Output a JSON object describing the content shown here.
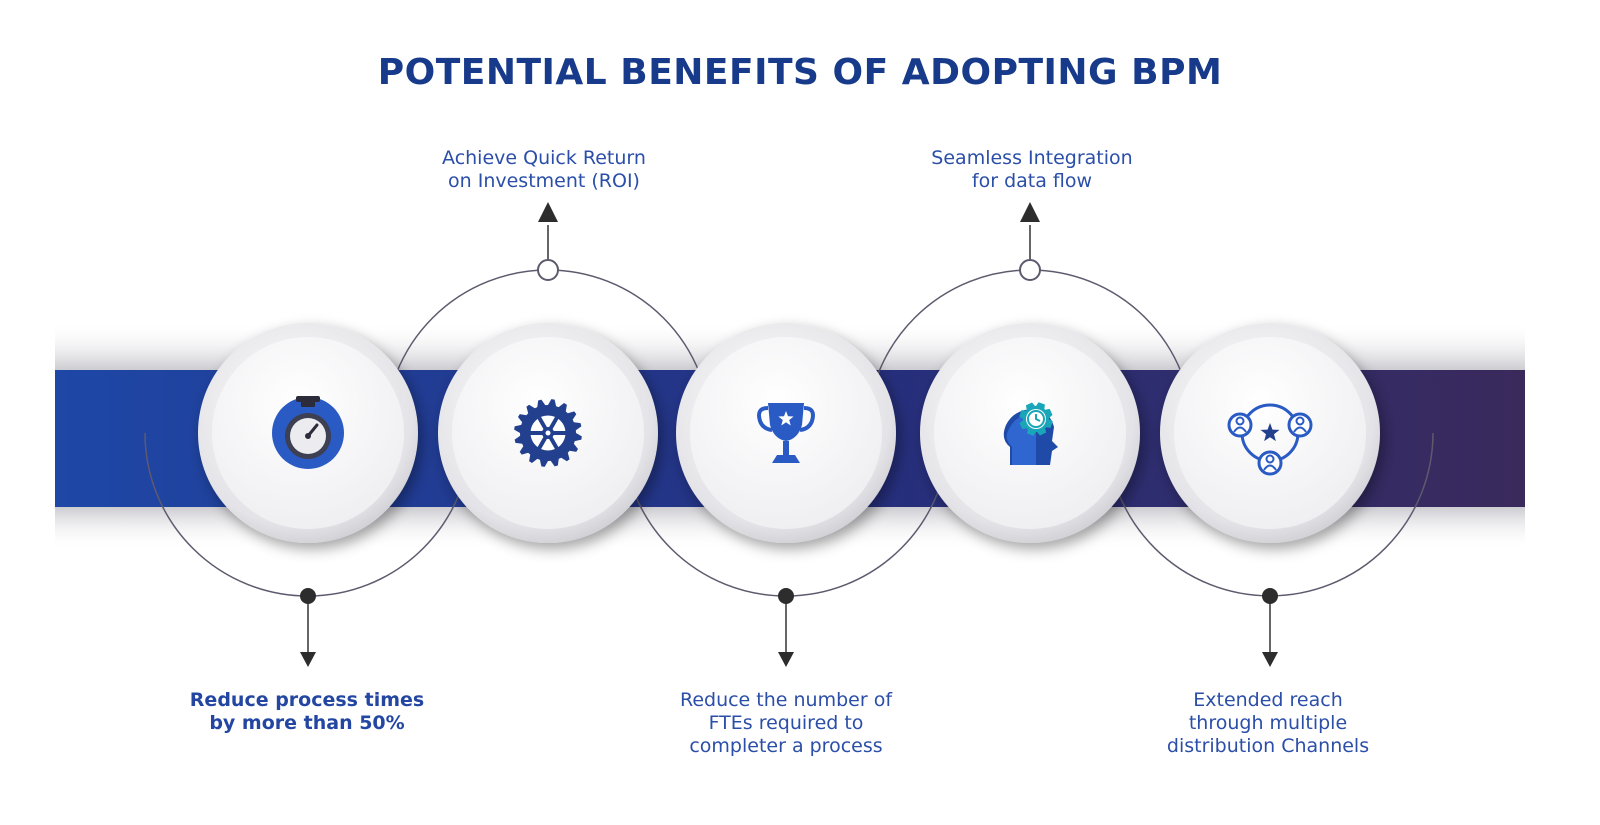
{
  "title": "POTENTIAL BENEFITS OF ADOPTING BPM",
  "benefits": [
    {
      "icon": "stopwatch-icon",
      "lines": [
        "Reduce process times",
        "by more than 50%"
      ],
      "emphasis": true,
      "label_side": "below"
    },
    {
      "icon": "gear-wheel-icon",
      "lines": [
        "Achieve Quick Return",
        "on Investment (ROI)"
      ],
      "emphasis": false,
      "label_side": "above"
    },
    {
      "icon": "trophy-icon",
      "lines": [
        "Reduce the number of",
        "FTEs required to",
        "completer a process"
      ],
      "emphasis": false,
      "label_side": "below"
    },
    {
      "icon": "head-gear-clock-icon",
      "lines": [
        "Seamless Integration",
        "for data flow"
      ],
      "emphasis": false,
      "label_side": "above"
    },
    {
      "icon": "distribution-network-icon",
      "lines": [
        "Extended reach",
        "through multiple",
        "distribution Channels"
      ],
      "emphasis": false,
      "label_side": "below"
    }
  ],
  "colors": {
    "title": "#173a8a",
    "band_start": "#1e47a6",
    "band_end": "#3a2a5c",
    "icon_blue": "#2a5bc4",
    "icon_teal": "#19a6b8",
    "connector": "#5e5a6e"
  }
}
